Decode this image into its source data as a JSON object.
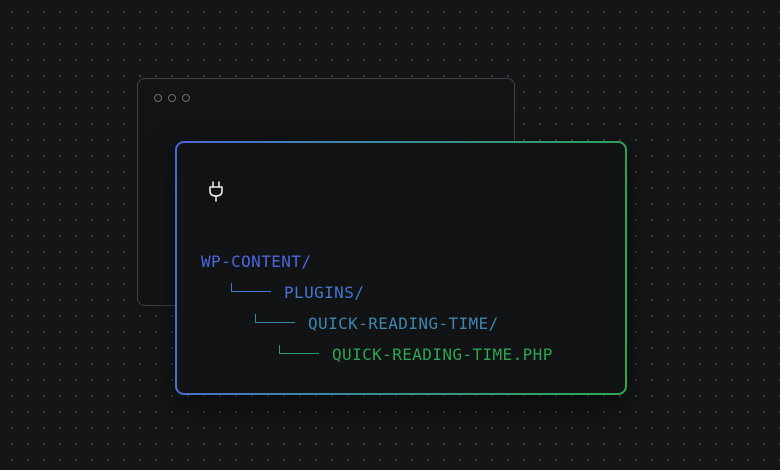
{
  "icons": {
    "plugin": "plug-icon"
  },
  "colors": {
    "background": "#141516",
    "gradient_start": "#4f66d8",
    "gradient_end": "#2fa64a"
  },
  "file_tree": {
    "root": "WP-CONTENT/",
    "plugins": "PLUGINS/",
    "plugin_folder": "QUICK-READING-TIME/",
    "plugin_file": "QUICK-READING-TIME.PHP"
  }
}
